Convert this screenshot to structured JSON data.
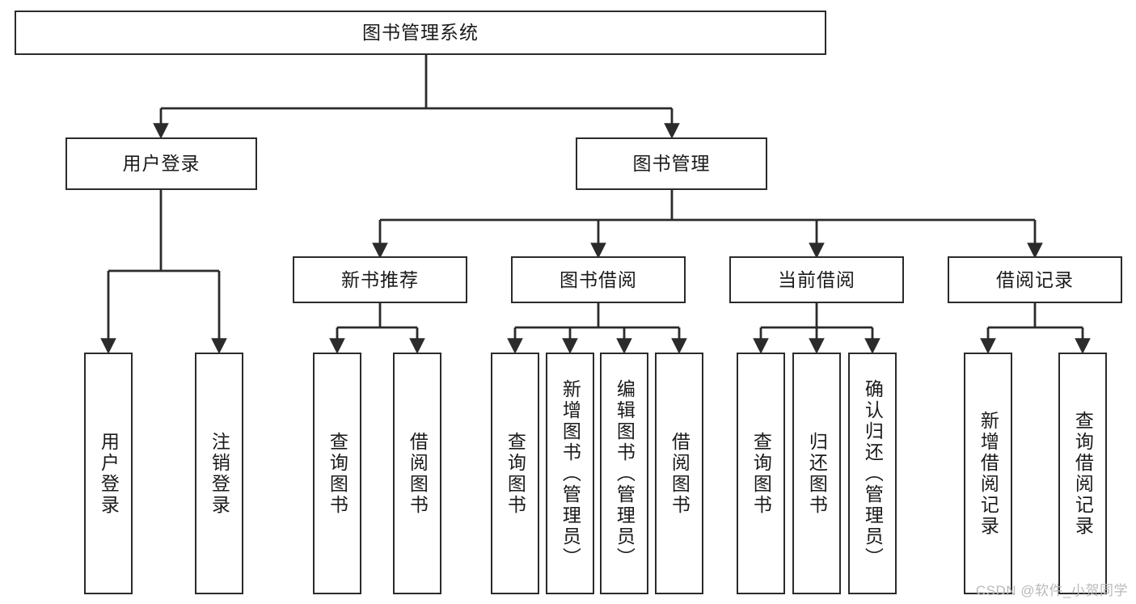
{
  "diagram": {
    "title": "图书管理系统",
    "type": "tree-hierarchy",
    "root": {
      "id": "root",
      "label": "图书管理系统"
    },
    "level2": [
      {
        "id": "user-login",
        "label": "用户登录"
      },
      {
        "id": "book-admin",
        "label": "图书管理"
      }
    ],
    "level3": [
      {
        "id": "new-book-rec",
        "label": "新书推荐"
      },
      {
        "id": "book-borrow",
        "label": "图书借阅"
      },
      {
        "id": "current-borrow",
        "label": "当前借阅"
      },
      {
        "id": "borrow-record",
        "label": "借阅记录"
      }
    ],
    "leaves": [
      {
        "id": "leaf-user-login",
        "label": "用户登录"
      },
      {
        "id": "leaf-logout",
        "label": "注销登录"
      },
      {
        "id": "leaf-query-book-1",
        "label": "查询图书"
      },
      {
        "id": "leaf-borrow-book-1",
        "label": "借阅图书"
      },
      {
        "id": "leaf-query-book-2",
        "label": "查询图书"
      },
      {
        "id": "leaf-add-book",
        "label": "新增图书（管理员）"
      },
      {
        "id": "leaf-edit-book",
        "label": "编辑图书（管理员）"
      },
      {
        "id": "leaf-borrow-book-2",
        "label": "借阅图书"
      },
      {
        "id": "leaf-query-book-3",
        "label": "查询图书"
      },
      {
        "id": "leaf-return-book",
        "label": "归还图书"
      },
      {
        "id": "leaf-confirm-return",
        "label": "确认归还（管理员）"
      },
      {
        "id": "leaf-add-record",
        "label": "新增借阅记录"
      },
      {
        "id": "leaf-query-record",
        "label": "查询借阅记录"
      }
    ],
    "watermark": "CSDN @软件_小贺同学",
    "colors": {
      "stroke": "#2b2b2b",
      "fill": "#ffffff",
      "text": "#1a1a1a",
      "watermark": "#b9b9b9"
    }
  }
}
